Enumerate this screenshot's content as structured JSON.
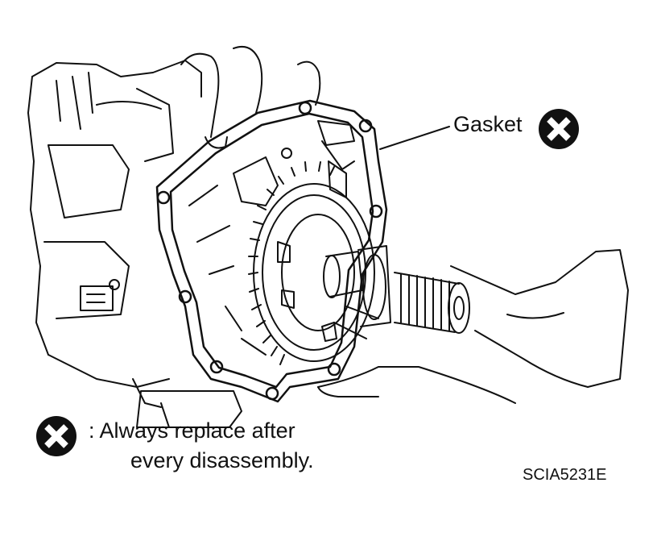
{
  "figure": {
    "callout_gasket": "Gasket",
    "legend_prefix": ":",
    "legend_line1": "Always replace after",
    "legend_line2": "every disassembly.",
    "figure_code": "SCIA5231E"
  },
  "icons": {
    "gasket_marker": "replace-x-icon",
    "legend_marker": "replace-x-icon"
  },
  "colors": {
    "ink": "#111111",
    "background": "#ffffff"
  }
}
